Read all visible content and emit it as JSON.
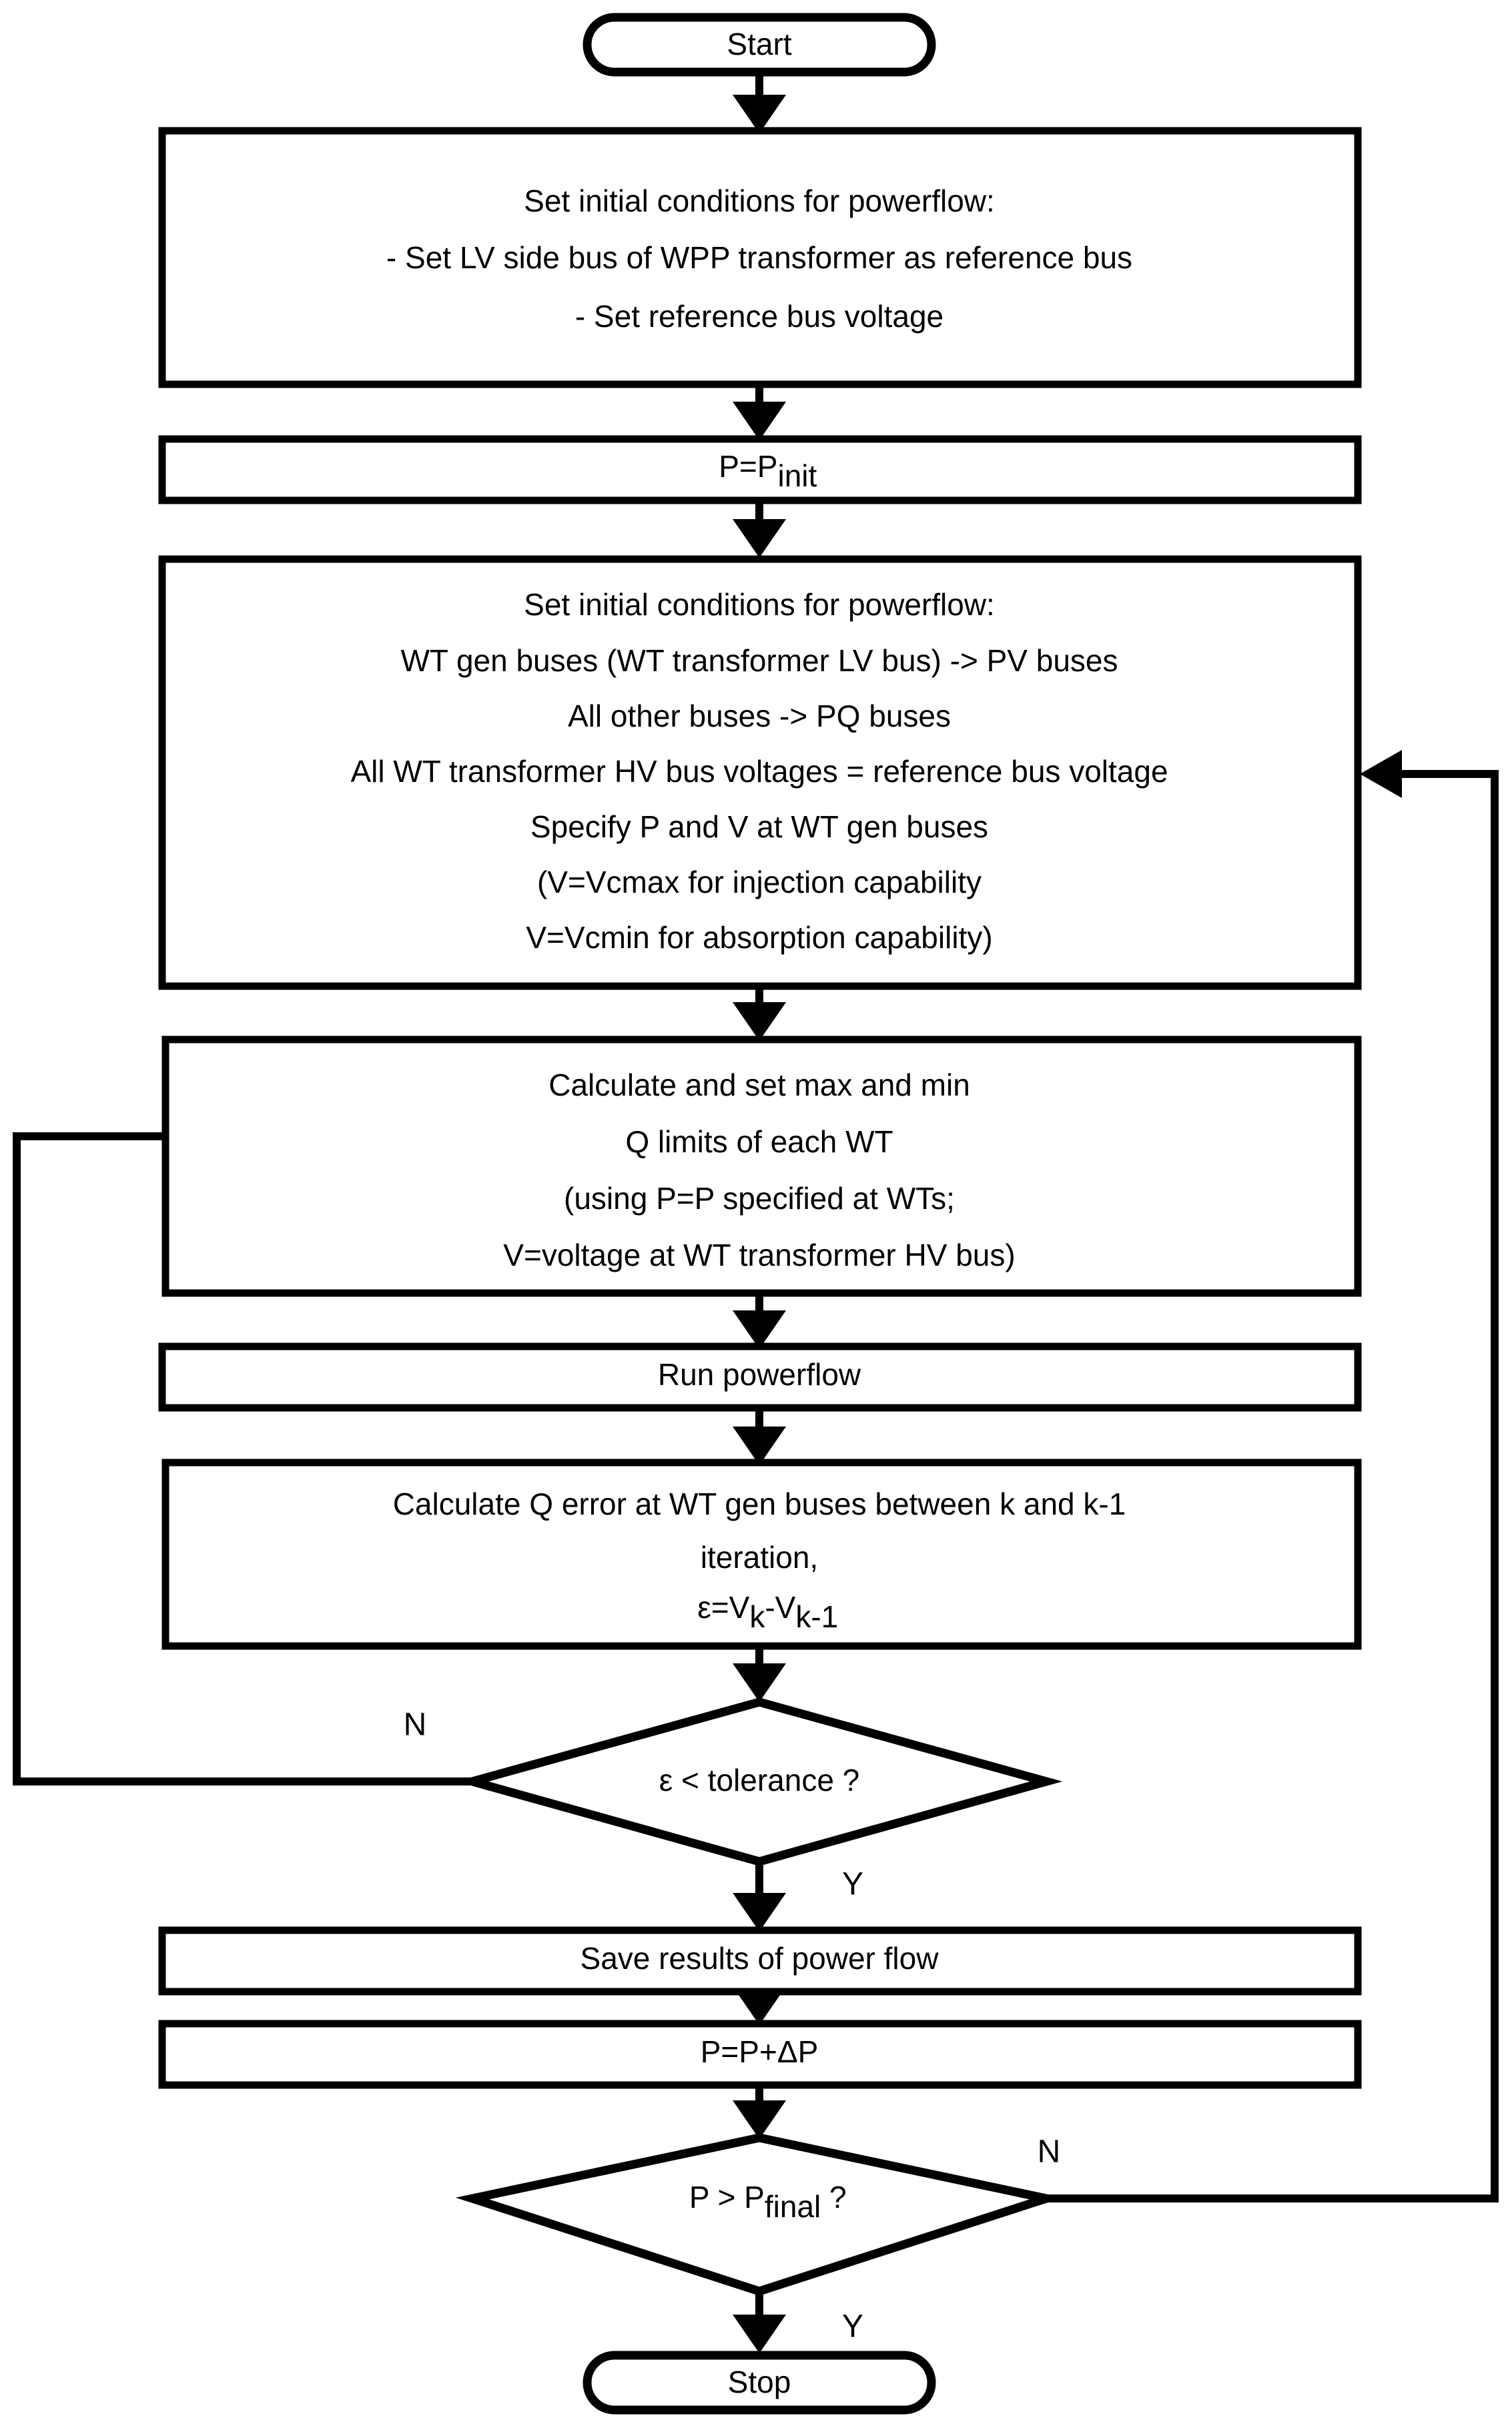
{
  "diagram": {
    "title": "Wind power plant reactive power capability powerflow iteration flowchart",
    "colors": {
      "background": "#ffffff",
      "stroke": "#000000",
      "fill": "#ffffff"
    },
    "nodes": {
      "start": {
        "shape": "terminator",
        "label": "Start"
      },
      "init_conditions_1": {
        "shape": "process",
        "lines": [
          "Set initial conditions for powerflow:",
          "- Set LV side bus of WPP transformer as reference bus",
          "- Set reference bus voltage"
        ]
      },
      "p_init": {
        "shape": "process",
        "lines": [
          "P=P"
        ],
        "subscript": "init"
      },
      "init_conditions_2": {
        "shape": "process",
        "lines": [
          "Set initial conditions for powerflow:",
          "WT gen buses (WT transformer LV bus) -> PV buses",
          "All other buses -> PQ buses",
          "All WT transformer HV bus voltages = reference bus voltage",
          "Specify P and V at WT gen buses",
          "(V=Vcmax for injection capability",
          "V=Vcmin for absorption capability)"
        ]
      },
      "q_limits": {
        "shape": "process",
        "lines": [
          "Calculate and set max and min",
          "Q limits of each WT",
          "(using P=P specified at WTs;",
          "V=voltage at WT transformer HV bus)"
        ]
      },
      "run_powerflow": {
        "shape": "process",
        "lines": [
          "Run powerflow"
        ]
      },
      "q_error": {
        "shape": "process",
        "lines": [
          "Calculate Q error at WT gen buses between k and k-1",
          "iteration,"
        ],
        "formula": {
          "prefix": "ε=V",
          "sub1": "k",
          "middle": "-V",
          "sub2": "k-1"
        }
      },
      "tolerance_check": {
        "shape": "decision",
        "label": "ε < tolerance ?",
        "branch_no": "N",
        "branch_yes": "Y"
      },
      "save_results": {
        "shape": "process",
        "lines": [
          "Save results of power flow"
        ]
      },
      "p_increment": {
        "shape": "process",
        "lines": [
          "P=P+ΔP"
        ]
      },
      "p_final_check": {
        "shape": "decision",
        "label_prefix": "P > P",
        "label_sub": "final",
        "label_suffix": " ?",
        "branch_no": "N",
        "branch_yes": "Y"
      },
      "stop": {
        "shape": "terminator",
        "label": "Stop"
      }
    },
    "edges": [
      {
        "from": "start",
        "to": "init_conditions_1",
        "label": ""
      },
      {
        "from": "init_conditions_1",
        "to": "p_init",
        "label": ""
      },
      {
        "from": "p_init",
        "to": "init_conditions_2",
        "label": ""
      },
      {
        "from": "init_conditions_2",
        "to": "q_limits",
        "label": ""
      },
      {
        "from": "q_limits",
        "to": "run_powerflow",
        "label": ""
      },
      {
        "from": "run_powerflow",
        "to": "q_error",
        "label": ""
      },
      {
        "from": "q_error",
        "to": "tolerance_check",
        "label": ""
      },
      {
        "from": "tolerance_check",
        "to": "q_limits",
        "label": "N"
      },
      {
        "from": "tolerance_check",
        "to": "save_results",
        "label": "Y"
      },
      {
        "from": "save_results",
        "to": "p_increment",
        "label": ""
      },
      {
        "from": "p_increment",
        "to": "p_final_check",
        "label": ""
      },
      {
        "from": "p_final_check",
        "to": "init_conditions_2",
        "label": "N"
      },
      {
        "from": "p_final_check",
        "to": "stop",
        "label": "Y"
      }
    ]
  }
}
